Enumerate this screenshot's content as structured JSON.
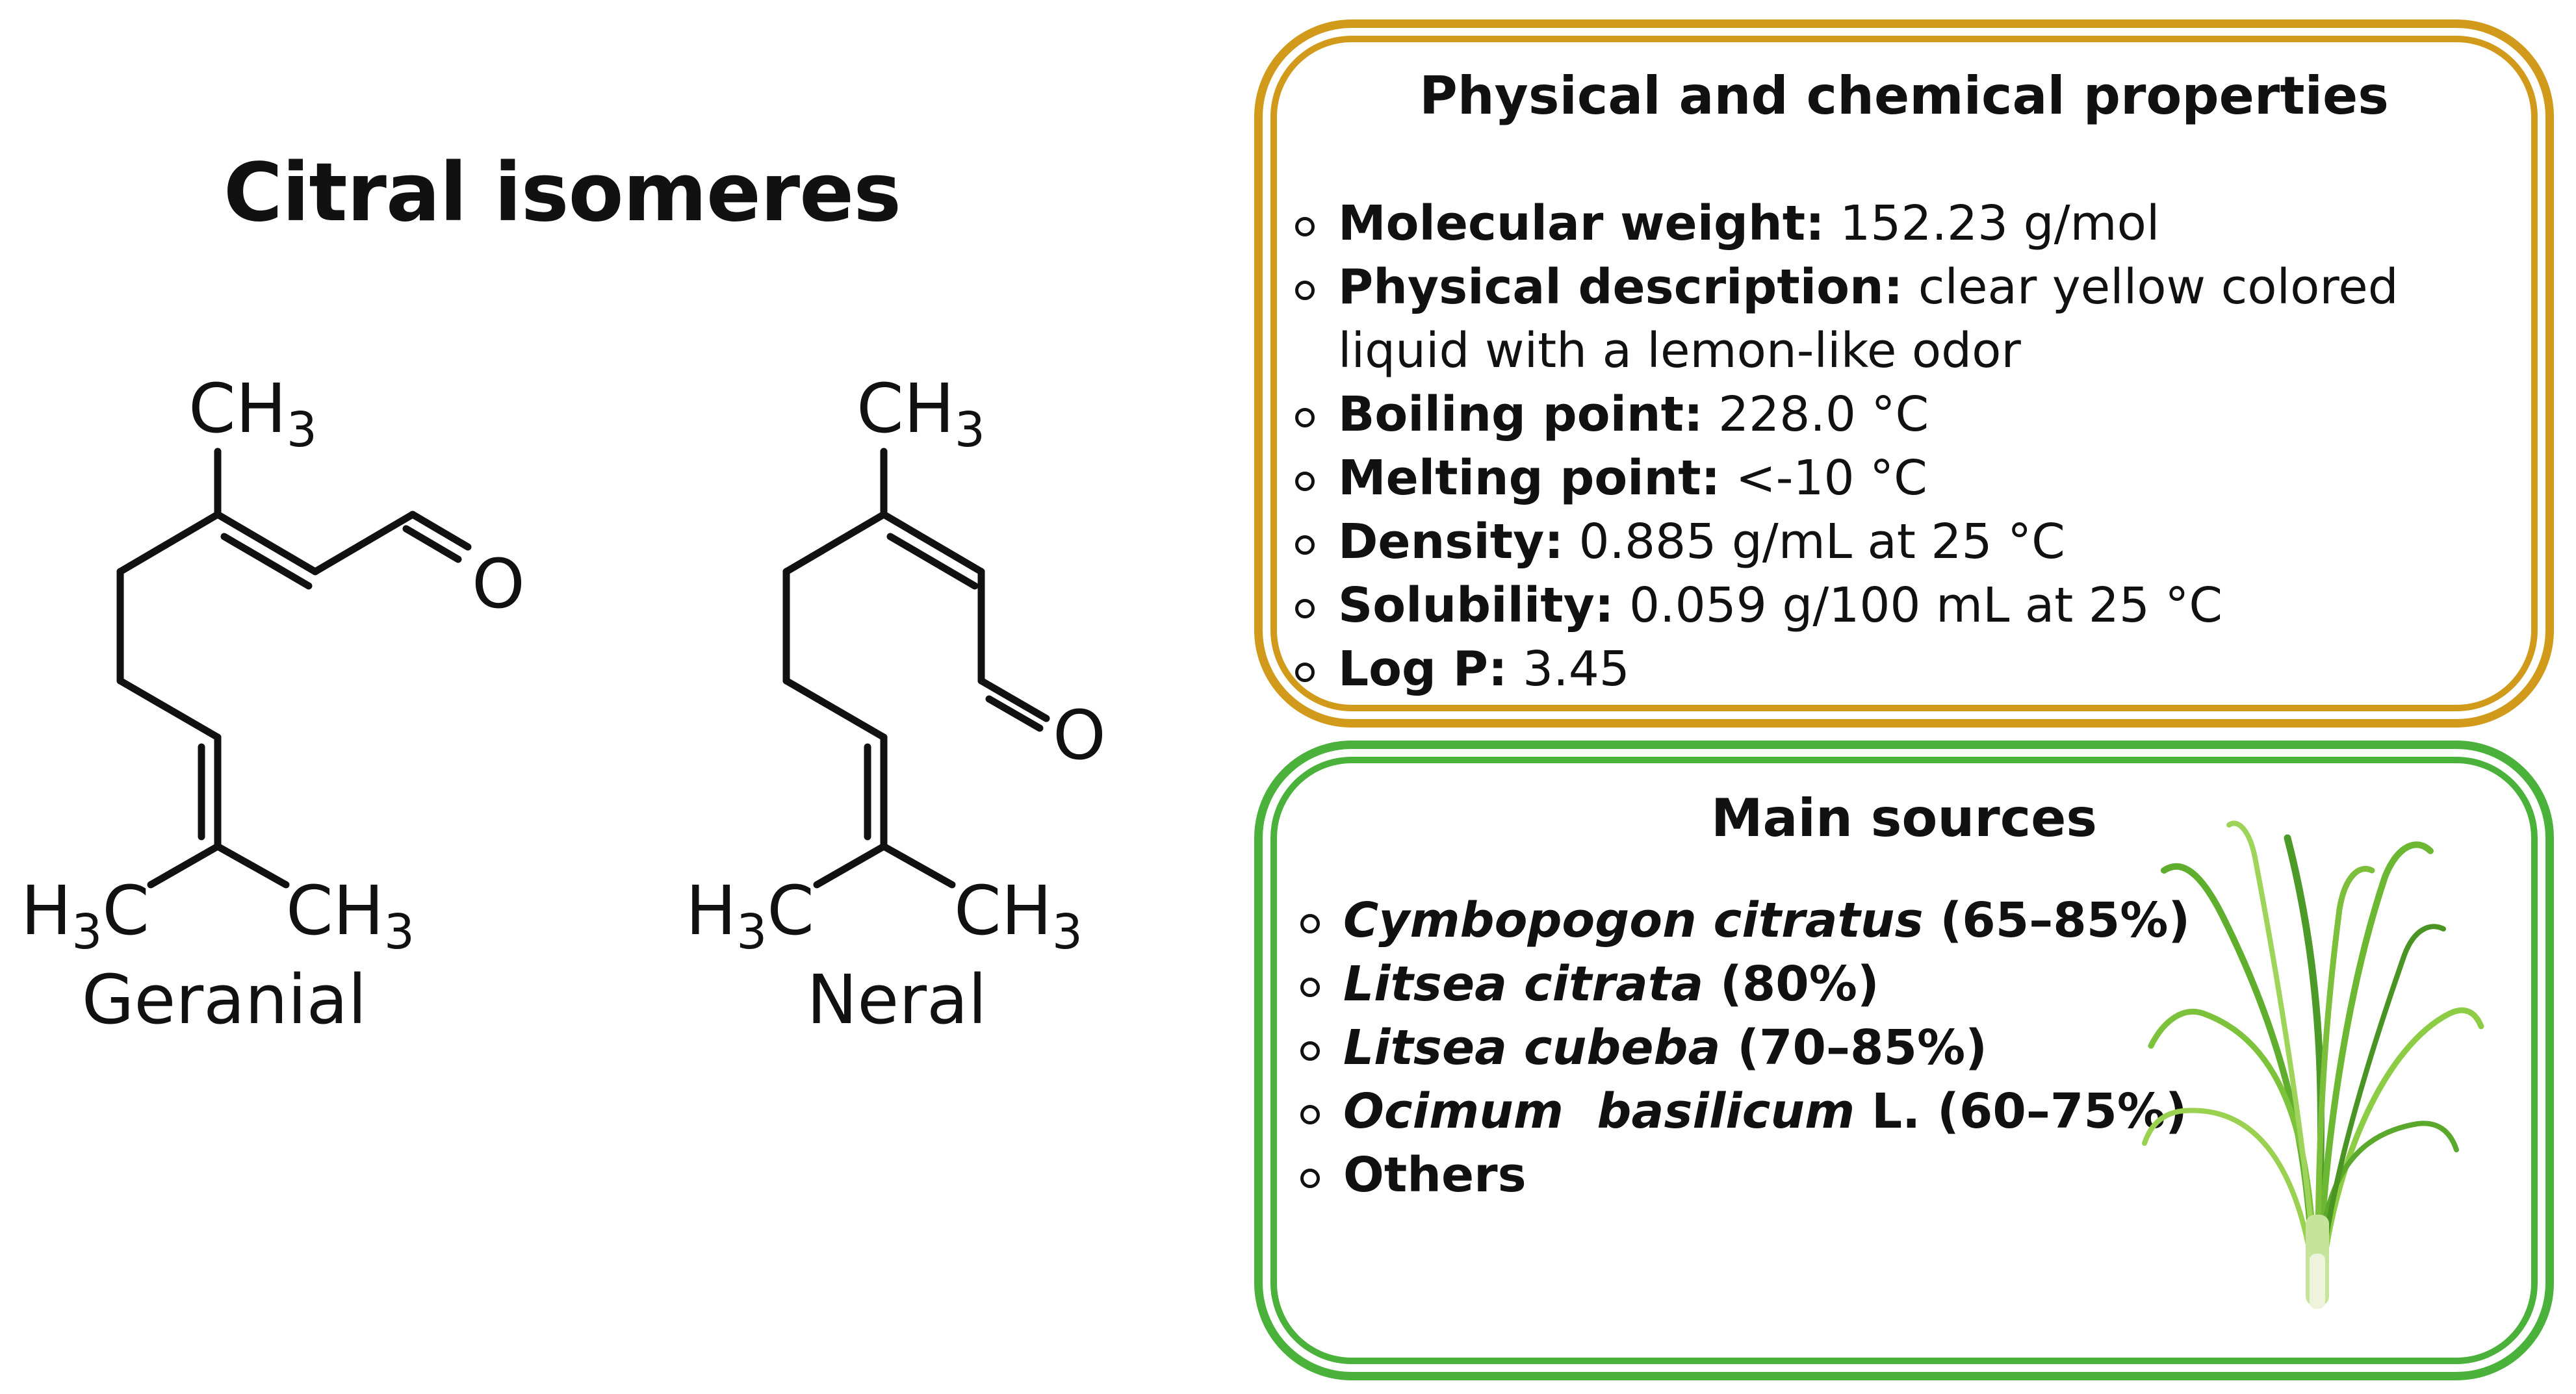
{
  "left_title": "Citral isomeres",
  "molecules": [
    {
      "name": "Geranial",
      "atoms": {
        "top_methyl": [
          "CH",
          "3"
        ],
        "oxygen": "O",
        "left_methyl": [
          "H",
          "3",
          "C"
        ],
        "right_methyl": [
          "CH",
          "3"
        ]
      }
    },
    {
      "name": "Neral",
      "atoms": {
        "top_methyl": [
          "CH",
          "3"
        ],
        "oxygen": "O",
        "left_methyl": [
          "H",
          "3",
          "C"
        ],
        "right_methyl": [
          "CH",
          "3"
        ]
      }
    }
  ],
  "properties_panel": {
    "title": "Physical and chemical properties",
    "border_color": "#d19a1a",
    "items": [
      {
        "label": "Molecular weight:",
        "value": " 152.23 g/mol",
        "cont": ""
      },
      {
        "label": "Physical description:",
        "value": " clear yellow colored",
        "cont": "liquid with a lemon-like odor"
      },
      {
        "label": "Boiling point:",
        "value": " 228.0 °C",
        "cont": ""
      },
      {
        "label": "Melting point:",
        "value": " <-10 °C",
        "cont": ""
      },
      {
        "label": "Density:",
        "value": " 0.885 g/mL at 25 °C",
        "cont": ""
      },
      {
        "label": "Solubility:",
        "value": " 0.059 g/100 mL at 25 °C",
        "cont": ""
      },
      {
        "label": "Log P:",
        "value": " 3.45",
        "cont": ""
      }
    ]
  },
  "sources_panel": {
    "title": "Main sources",
    "border_color": "#4ab23a",
    "items": [
      {
        "name": "Cymbopogon citratus",
        "note": " (65–85%)"
      },
      {
        "name": "Litsea citrata",
        "note": " (80%)"
      },
      {
        "name": "Litsea cubeba",
        "note": " (70–85%)"
      },
      {
        "name": "Ocimum  basilicum",
        "note": " L. (60–75%)"
      },
      {
        "name": "",
        "note": "Others"
      }
    ]
  },
  "icons": {
    "bullet": "hollow-circle-bullet-icon",
    "plant": "lemongrass-plant-icon"
  }
}
